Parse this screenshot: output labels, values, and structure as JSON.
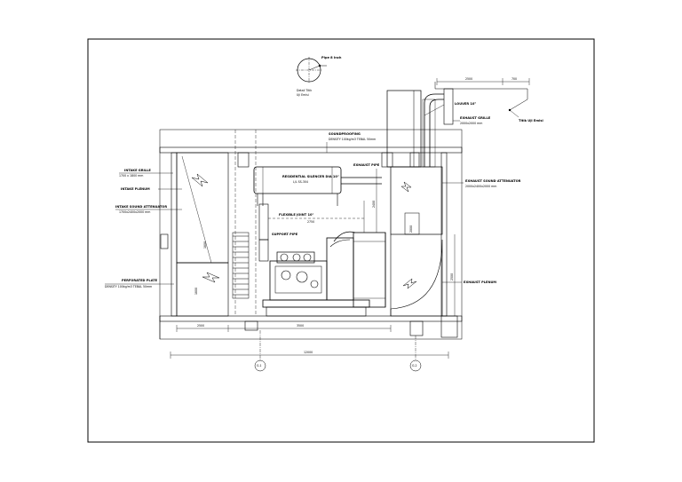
{
  "detail_pipe": {
    "pipe_label": "Pipe 8 Inch",
    "exit_label_line1": "Detail Titik",
    "exit_label_line2": "Uji Emisi"
  },
  "top_right": {
    "dim_a": "2500",
    "dim_b": "700",
    "pipe_note": "Titik Uji Emisi",
    "exhaust_grille_line1": "EXHAUST GRILLE",
    "exhaust_grille_line2": "2000x2000 mm",
    "louver_note": "LOUVER 10°"
  },
  "labels_left": {
    "intake_grille_line1": "INTAKE GRILLE",
    "intake_grille_line2": "1700 x 1800 mm",
    "intake_plenum": "INTAKE PLENUM",
    "intake_sound_attenuator_line1": "INTAKE SOUND ATTENUATOR",
    "intake_sound_attenuator_line2": "1700x2400x2000 mm",
    "perforated_plate_line1": "PERFORATED PLATE",
    "perforated_plate_line2": "DENSITY 100kg/m3 TEBAL 50mm"
  },
  "labels_center": {
    "soundproofing_line1": "SOUNDPROOFING",
    "soundproofing_line2": "DENSITY 100kg/m3 TEBAL 50mm",
    "silencer_line1": "RESIDENTIAL SILENCER DIA 10\"",
    "silencer_line2": "L/L SS-304",
    "exhaust_pipe": "EXHAUST PIPE",
    "flexible_joint": "FLEXIBLE JOINT 10\"",
    "support_pipe": "SUPPORT PIPE"
  },
  "labels_right": {
    "exhaust_attenuator_line1": "EXHAUST SOUND ATTENUATOR",
    "exhaust_attenuator_line2": "2000x2400x2000 mm",
    "exhaust_plenum": "EXHAUST PLENUM"
  },
  "dimensions": {
    "bottom_left": "2500",
    "bottom_mid": "3500",
    "overall": "12000",
    "mid_width": "2750",
    "vertical_a": "2400",
    "vertical_b": "2500",
    "vertical_c": "2000"
  },
  "grid": {
    "left": "G.1",
    "right": "G.2"
  }
}
